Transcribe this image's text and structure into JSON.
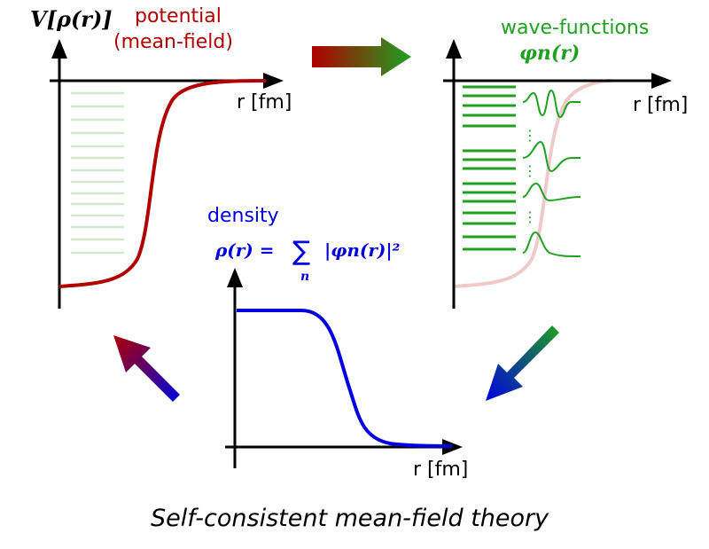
{
  "colors": {
    "potential": "#b00000",
    "wavefunction": "#1fa11f",
    "density": "#0000e0",
    "axis": "#000000",
    "background": "#ffffff"
  },
  "potential_panel": {
    "symbol": "V[ρ(r)]",
    "label_line1": "potential",
    "label_line2": "(mean-field)",
    "x_axis_label": "r [fm]"
  },
  "wavefunction_panel": {
    "label": "wave-functions",
    "symbol": "φn(r)",
    "x_axis_label": "r [fm]",
    "dots_glyph": "⋮"
  },
  "density_panel": {
    "label": "density",
    "formula_lhs": "ρ(r) = ",
    "formula_sum": "∑",
    "formula_sub": "n",
    "formula_rhs": "|φn(r)|²",
    "x_axis_label": "r [fm]"
  },
  "arrows": [
    {
      "name": "potential-to-wavefunctions",
      "from": "#b00000",
      "to": "#1fa11f"
    },
    {
      "name": "wavefunctions-to-density",
      "from": "#1fa11f",
      "to": "#0000e0"
    },
    {
      "name": "density-to-potential",
      "from": "#0000e0",
      "to": "#b00000"
    }
  ],
  "caption": "Self-consistent mean-field theory"
}
